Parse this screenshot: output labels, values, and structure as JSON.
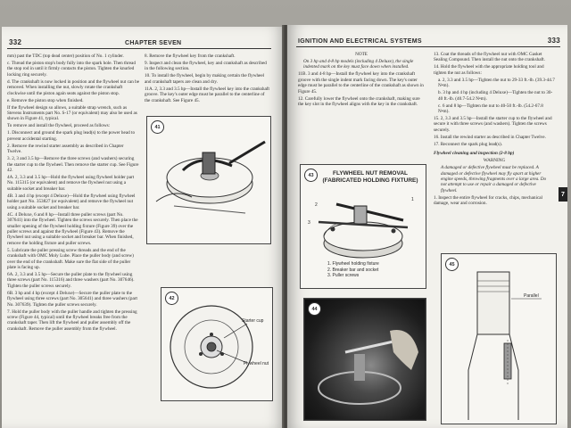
{
  "left_page": {
    "page_number": "332",
    "chapter": "CHAPTER SEVEN",
    "col1": [
      "mm) past the TDC (top dead center) position of No. 1 cylinder.",
      "c. Thread the piston stop's body fully into the spark hole. Then thread the stop rod in until it firmly contacts the piston. Tighten the knurled locking ring securely.",
      "d. The crankshaft is now locked in position and the flywheel nut can be removed. When installing the nut, slowly rotate the crankshaft clockwise until the piston again seats against the piston stop.",
      "e. Remove the piston stop when finished.",
      "If the flywheel design so allows, a suitable strap wrench, such as Stevens Instruments part No. S-17 (or equivalent) may also be used as shown in Figure 41, typical.",
      "To remove and install the flywheel, proceed as follows:",
      "1. Disconnect and ground the spark plug lead(s) to the power head to prevent accidental starting.",
      "2. Remove the rewind starter assembly as described in Chapter Twelve.",
      "3. 2, 3 and 3.5 hp—Remove the three screws (and washers) securing the starter cup to the flywheel. Then remove the starter cup. See Figure 42.",
      "4A. 2, 3.3 and 3.5 hp—Hold the flywheel using flywheel holder part No. 115315 (or equivalent) and remove the flywheel nut using a suitable socket and breaker bar.",
      "4B. 3 and 4 hp (except 4 Deluxe)—Hold the flywheel using flywheel holder part No. 353827 (or equivalent) and remove the flywheel nut using a suitable socket and breaker bar.",
      "4C. 4 Deluxe, 6 and 8 hp—Install three puller screws (part No. 307641) into the flywheel. Tighten the screws securely. Then place the smaller opening of the flywheel holding fixture (Figure 39) over the puller screws and against the flywheel (Figure 43). Remove the flywheel nut using a suitable socket and breaker bar. When finished, remove the holding fixture and puller screws.",
      "5. Lubricate the puller pressing screw threads and the end of the crankshaft with OMC Moly Lube. Place the puller body (and screw) over the end of the crankshaft. Make sure the flat side of the puller plate is facing up.",
      "6A. 2, 3.3 and 3.5 hp—Secure the puller plate to the flywheel using three screws (part No. 115316) and three washers (part No. 307646). Tighten the puller screws securely.",
      "6B. 3 hp and 4 hp (except 4 Deluxe)—Secure the puller plate to the flywheel using three screws (part No. 305641) and three washers (part No. 307639). Tighten the puller screws securely.",
      "7. Hold the puller body with the puller handle and tighten the pressing screw (Figure 44, typical) until the flywheel breaks free from the crankshaft taper. Then lift the flywheel and puller assembly off the crankshaft. Remove the puller assembly from the flywheel."
    ],
    "col2": [
      "8. Remove the flywheel key from the crankshaft.",
      "9. Inspect and clean the flywheel, key and crankshaft as described in the following section.",
      "10. To install the flywheel, begin by making certain the flywheel and crankshaft tapers are clean and dry.",
      "11A. 2, 3.3 and 3.5 hp—Install the flywheel key into the crankshaft groove. The key's outer edge must be parallel to the centerline of the crankshaft. See Figure 45."
    ],
    "fig41": {
      "num": "41"
    },
    "fig42": {
      "num": "42",
      "label_starter": "Starter cup",
      "label_flywheel": "Flywheel nut"
    }
  },
  "right_page": {
    "page_number": "333",
    "chapter": "IGNITION AND ELECTRICAL SYSTEMS",
    "thumb_tab": "7",
    "note_title": "NOTE",
    "note_text": "On 3 hp and 4-8 hp models (including 4 Deluxe), the single indented mark on the key must face down when installed.",
    "col1": [
      "11B. 3 and 4-8 hp—Install the flywheel key into the crankshaft groove with the single indent mark facing down. The key's outer edge must be parallel to the centerline of the crankshaft as shown in Figure 45.",
      "12. Carefully lower the flywheel onto the crankshaft, making sure the key slot in the flywheel aligns with the key in the crankshaft."
    ],
    "col2": [
      "13. Coat the threads of the flywheel nut with OMC Gasket Sealing Compound. Then install the nut onto the crankshaft.",
      "14. Hold the flywheel with the appropriate holding tool and tighten the nut as follows:",
      "a. 2, 3.3 and 3.5 hp—Tighten the nut to 29-33 ft.-lb. (39.3-44.7 N•m).",
      "b. 3 hp and 4 hp (including 4 Deluxe)—Tighten the nut to 30-40 ft.-lb. (40.7-54.2 N•m).",
      "c. 6 and 8 hp—Tighten the nut to 40-50 ft.-lb. (54.2-67.8 N•m).",
      "15. 2, 3.3 and 3.5 hp—Install the starter cup to the flywheel and secure it with three screws (and washers). Tighten the screws securely.",
      "16. Install the rewind starter as described in Chapter Twelve.",
      "17. Reconnect the spark plug lead(s)."
    ],
    "section_title": "Flywheel cleaning and inspection (2-8 hp)",
    "warning_title": "WARNING",
    "warning_text": "A damaged or defective flywheel must be replaced. A damaged or defective flywheel may fly apart at higher engine speeds, throwing fragments over a large area. Do not attempt to use or repair a damaged or defective flywheel.",
    "step1": "1. Inspect the entire flywheel for cracks, chips, mechanical damage, wear and corrosion.",
    "fig43": {
      "num": "43",
      "title_line1": "FLYWHEEL NUT REMOVAL",
      "title_line2": "(FABRICATED HOLDING FIXTURE)",
      "callouts": [
        "1",
        "2",
        "3"
      ],
      "legend": [
        "1. Flywheel holding fixture",
        "2. Breaker bar and socket",
        "3. Puller screws"
      ]
    },
    "fig44": {
      "num": "44"
    },
    "fig45": {
      "num": "45",
      "label": "Parallel"
    }
  }
}
